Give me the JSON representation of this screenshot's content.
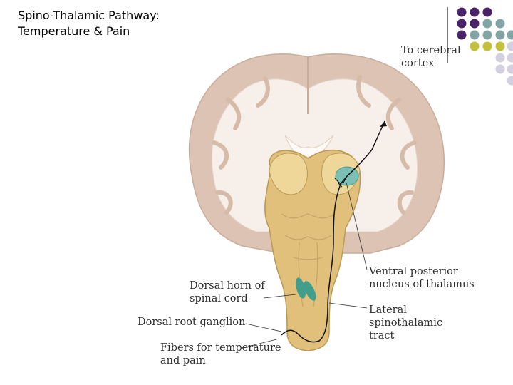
{
  "slide": {
    "title_line1": "Spino-Thalamic Pathway:",
    "title_line2": "Temperature & Pain"
  },
  "labels": {
    "cortex_line1": "To cerebral",
    "cortex_line2": "cortex",
    "dorsal_horn_line1": "Dorsal horn of",
    "dorsal_horn_line2": "spinal cord",
    "dorsal_root_ganglion": "Dorsal root ganglion",
    "fibers_line1": "Fibers for temperature",
    "fibers_line2": "and pain",
    "vpn_line1": "Ventral posterior",
    "vpn_line2": "nucleus of thalamus",
    "lst_line1": "Lateral",
    "lst_line2": "spinothalamic",
    "lst_line3": "tract"
  },
  "colors": {
    "dot_purple": "#4a2268",
    "dot_teal": "#83a5a6",
    "dot_yellow": "#c3c03d",
    "dot_lilac": "#d4d0e0",
    "cortex_outer": "#dcc3b3",
    "white_matter": "#f7efe9",
    "brainstem": "#e0c07a",
    "thalamus_nucleus": "#7cc0b5",
    "dorsal_horn": "#3f9e8c"
  }
}
